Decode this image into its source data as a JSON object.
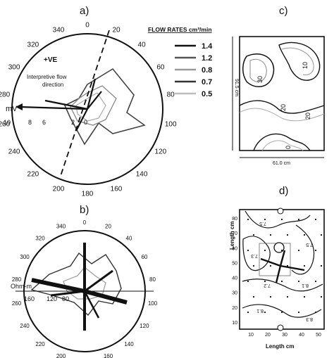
{
  "panels": {
    "a": {
      "label": "a)",
      "azimuths": [
        "0",
        "20",
        "40",
        "60",
        "80",
        "100",
        "120",
        "140",
        "160",
        "180",
        "200",
        "220",
        "240",
        "260",
        "280",
        "300",
        "320",
        "340"
      ],
      "axis_unit": "mV",
      "radial_ticks": [
        "10",
        "8",
        "6",
        "2",
        "0"
      ],
      "positive_label": "+VE",
      "flow_note_line1": "Interpretive flow",
      "flow_note_line2": "direction"
    },
    "b": {
      "label": "b)",
      "azimuths": [
        "0",
        "20",
        "40",
        "60",
        "80",
        "100",
        "120",
        "140",
        "160",
        "180",
        "200",
        "220",
        "240",
        "260",
        "280",
        "300",
        "320",
        "340"
      ],
      "axis_unit": "Ohm-m",
      "radial_ticks": [
        "160",
        "120",
        "80"
      ]
    },
    "c": {
      "label": "c)",
      "contours": [
        "30",
        "10",
        "20",
        "20",
        "0"
      ],
      "width_label": "61.0 cm",
      "height_label": "91.5 cm"
    },
    "d": {
      "label": "d)",
      "y_title": "Length cm",
      "x_title": "Length cm",
      "y_ticks": [
        "80",
        "70",
        "60",
        "50",
        "40",
        "30",
        "20",
        "10"
      ],
      "x_ticks": [
        "10",
        "20",
        "30",
        "40",
        "50"
      ],
      "contours": [
        "7.5",
        "7.3",
        "7.2",
        "7.5",
        "8.1",
        "8.1",
        "8.3"
      ]
    }
  },
  "legend": {
    "title": "FLOW RATES cm³/min",
    "items": [
      {
        "label": "1.4",
        "color": "#111111"
      },
      {
        "label": "1.2",
        "color": "#555555"
      },
      {
        "label": "0.8",
        "color": "#9a9a9a"
      },
      {
        "label": "0.7",
        "color": "#333333"
      },
      {
        "label": "0.5",
        "color": "#bdbdbd"
      }
    ]
  }
}
